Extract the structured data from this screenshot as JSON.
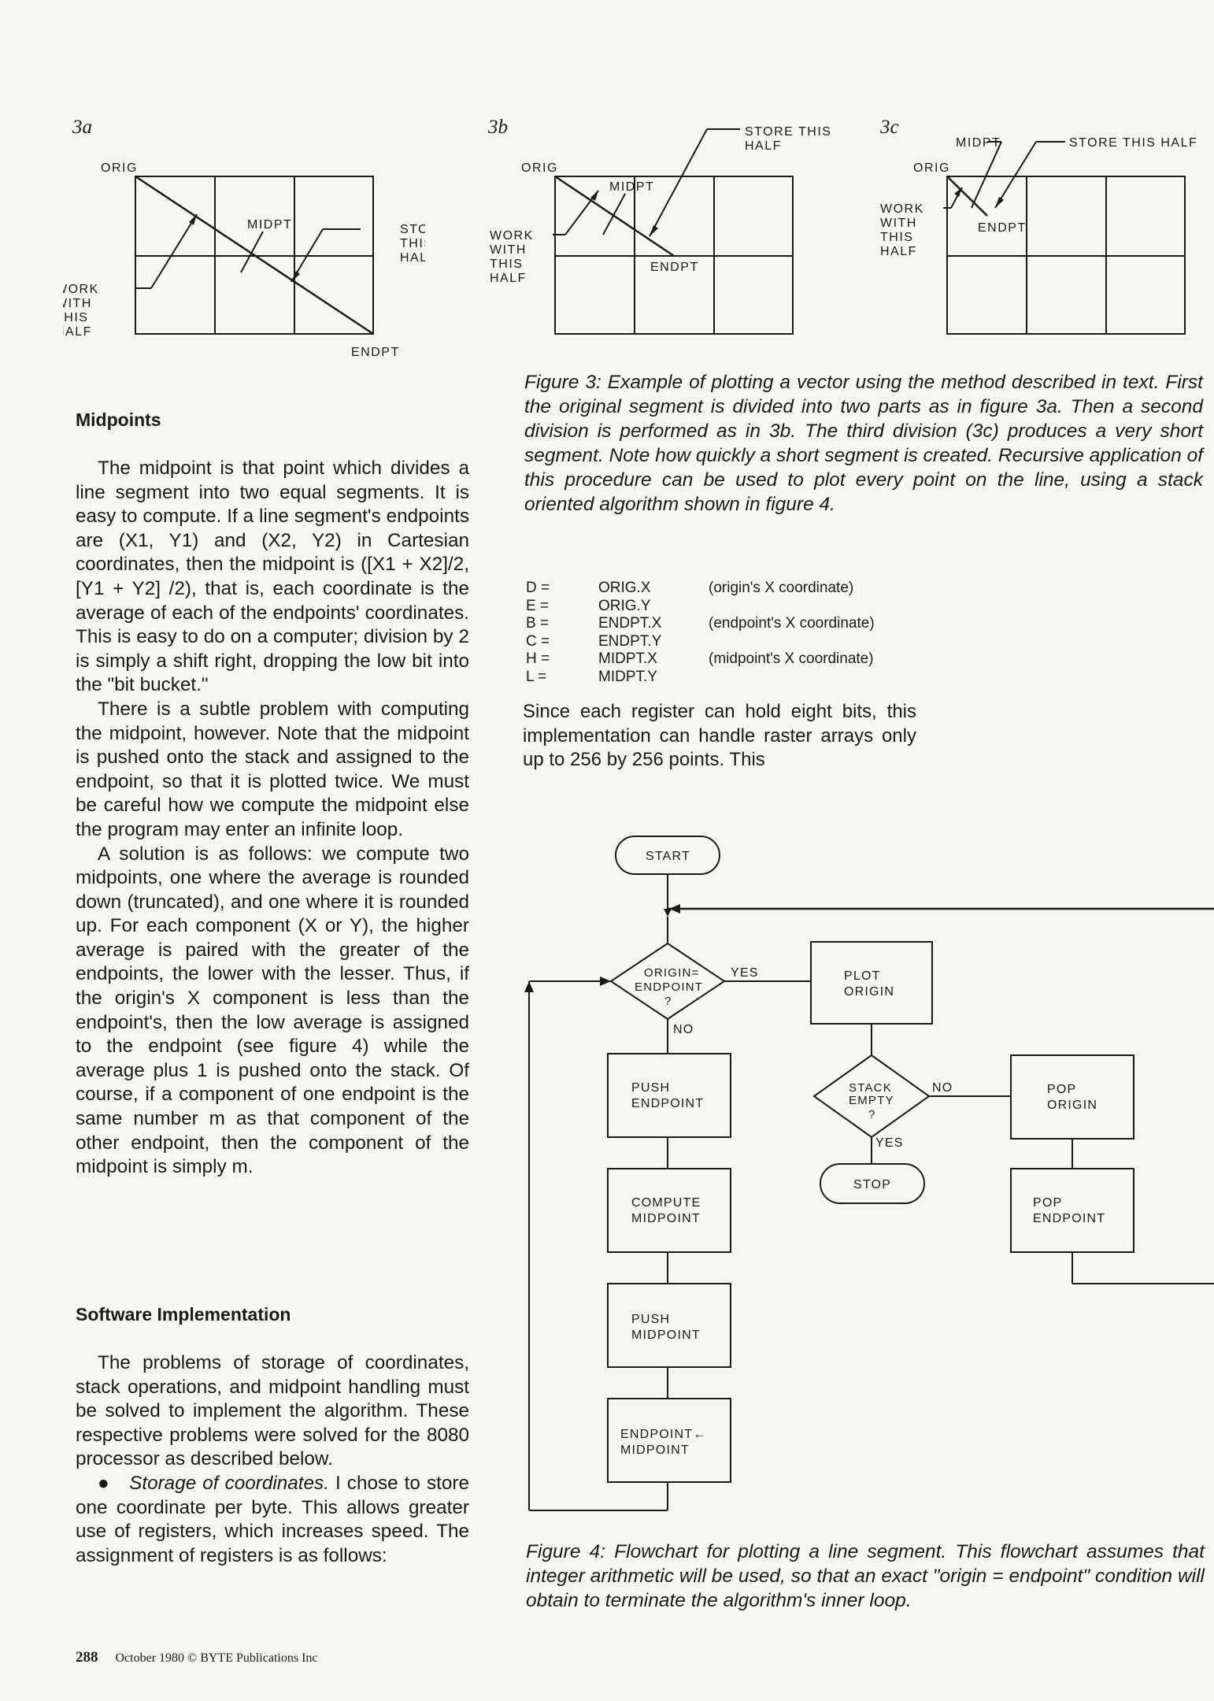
{
  "figure3": {
    "a": {
      "label": "3a",
      "orig": "ORIG",
      "midpt": "MIDPT",
      "store": [
        "STORE",
        "THIS",
        "HALF"
      ],
      "work": [
        "WORK",
        "WITH",
        "THIS",
        "HALF"
      ],
      "endpt": "ENDPT"
    },
    "b": {
      "label": "3b",
      "orig": "ORIG",
      "midpt": "MIDPT",
      "store": [
        "STORE THIS",
        "HALF"
      ],
      "work": [
        "WORK",
        "WITH",
        "THIS",
        "HALF"
      ],
      "endpt": "ENDPT"
    },
    "c": {
      "label": "3c",
      "orig": "ORIG",
      "midpt": "MIDPT",
      "store": "STORE THIS HALF",
      "work": [
        "WORK",
        "WITH",
        "THIS",
        "HALF"
      ],
      "endpt": "ENDPT"
    },
    "caption": "Figure 3: Example of plotting a vector using the method described in text. First the original segment is divided into two parts as in figure 3a. Then a second division is performed as in 3b. The third division (3c) produces a very short segment. Note how quickly a short segment is created. Recursive application of this procedure can be used to plot every point on the line, using a stack oriented algorithm shown in figure 4."
  },
  "left_column": {
    "heading_midpoints": "Midpoints",
    "p1": "The midpoint is that point which divides a line segment into two equal segments. It is easy to compute. If a line segment's endpoints are (X1, Y1) and (X2, Y2) in Cartesian coordinates, then the midpoint is ([X1 + X2]/2, [Y1 + Y2] /2), that is, each coordinate is the average of each of the endpoints' coordinates. This is easy to do on a computer; division by 2 is simply a shift right, dropping the low bit into the \"bit bucket.\"",
    "p2": "There is a subtle problem with computing the midpoint, however. Note that the midpoint is pushed onto the stack and assigned to the endpoint, so that it is plotted twice. We must be careful how we compute the midpoint else the program may enter an infinite loop.",
    "p3": "A solution is as follows: we compute two midpoints, one where the average is rounded down (truncated), and one where it is rounded up. For each component (X or Y), the higher average is paired with the greater of the endpoints, the lower with the lesser. Thus, if the origin's X component is less than the endpoint's, then the low average is assigned to the endpoint (see figure 4) while the average plus 1 is pushed onto the stack. Of course, if a component of one endpoint is the same number m as that component of the other endpoint, then the component of the midpoint is simply m.",
    "heading_software": "Software Implementation",
    "p4": "The problems of storage of coordinates, stack operations, and midpoint handling must be solved to implement the algorithm. These respective problems were solved for the 8080 processor as described below.",
    "p5_bullet": "●",
    "p5_italic": "Storage of coordinates.",
    "p5_rest": " I chose to store one coordinate per byte. This allows greater use of registers, which increases speed. The assignment of registers is as follows:"
  },
  "registers": [
    {
      "reg": "D",
      "eq": "=",
      "name": "ORIG.X",
      "note": "(origin's X coordinate)"
    },
    {
      "reg": "E",
      "eq": "=",
      "name": "ORIG.Y",
      "note": ""
    },
    {
      "reg": "B",
      "eq": "=",
      "name": "ENDPT.X",
      "note": "(endpoint's X coordinate)"
    },
    {
      "reg": "C",
      "eq": "=",
      "name": "ENDPT.Y",
      "note": ""
    },
    {
      "reg": "H",
      "eq": "=",
      "name": "MIDPT.X",
      "note": "(midpoint's X coordinate)"
    },
    {
      "reg": "L",
      "eq": "=",
      "name": "MIDPT.Y",
      "note": ""
    }
  ],
  "right_text": "Since each register can hold eight bits, this implementation can handle raster arrays only up to 256 by 256 points. This",
  "flowchart": {
    "start": "START",
    "decision1": [
      "ORIGIN=",
      "ENDPOINT",
      "?"
    ],
    "yes1": "YES",
    "no1": "NO",
    "plot": [
      "PLOT",
      "ORIGIN"
    ],
    "push_endpoint": [
      "PUSH",
      "ENDPOINT"
    ],
    "compute": [
      "COMPUTE",
      "MIDPOINT"
    ],
    "push_midpoint": [
      "PUSH",
      "MIDPOINT"
    ],
    "assign": [
      "ENDPOINT←",
      "MIDPOINT"
    ],
    "decision2": [
      "STACK",
      "EMPTY",
      "?"
    ],
    "no2": "NO",
    "yes2": "YES",
    "stop": "STOP",
    "pop_origin": [
      "POP",
      "ORIGIN"
    ],
    "pop_endpoint": [
      "POP",
      "ENDPOINT"
    ],
    "caption": "Figure 4: Flowchart for plotting a line segment. This flowchart assumes that integer arithmetic will be used, so that an exact \"origin = endpoint\" condition will obtain to terminate the algorithm's inner loop."
  },
  "footer": {
    "page": "288",
    "text": "October 1980 © BYTE Publications Inc"
  }
}
